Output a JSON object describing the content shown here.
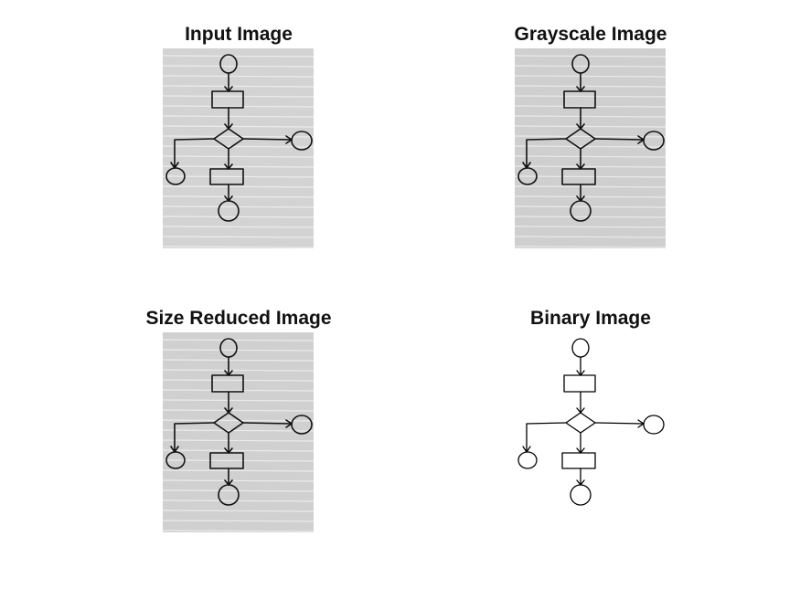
{
  "figure": {
    "panels": [
      {
        "title": "Input Image",
        "variant": "photo",
        "paper_color": "#d3d3d3",
        "line_color": "#ececec",
        "ink_color": "#111111"
      },
      {
        "title": "Grayscale Image",
        "variant": "photo",
        "paper_color": "#cfcfcf",
        "line_color": "#eaeaea",
        "ink_color": "#111111"
      },
      {
        "title": "Size Reduced Image",
        "variant": "photo",
        "paper_color": "#d0d0d0",
        "line_color": "#ebebeb",
        "ink_color": "#111111"
      },
      {
        "title": "Binary Image",
        "variant": "binary",
        "paper_color": "#ffffff",
        "line_color": "#ffffff",
        "ink_color": "#000000"
      }
    ]
  }
}
